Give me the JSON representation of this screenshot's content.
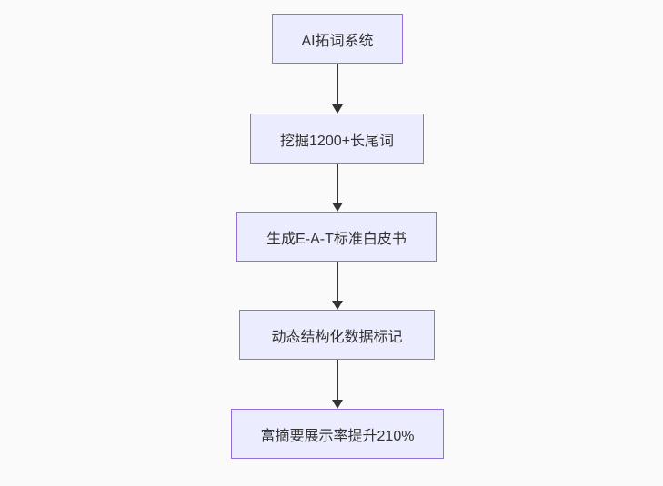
{
  "diagram": {
    "type": "flowchart",
    "direction": "top-down",
    "nodes": [
      {
        "id": "A",
        "label": "AI拓词系统"
      },
      {
        "id": "B",
        "label": "挖掘1200+长尾词"
      },
      {
        "id": "C",
        "label": "生成E-A-T标准白皮书"
      },
      {
        "id": "D",
        "label": "动态结构化数据标记"
      },
      {
        "id": "E",
        "label": "富摘要展示率提升210%"
      }
    ],
    "edges": [
      {
        "from": "A",
        "to": "B",
        "style": "arrow"
      },
      {
        "from": "B",
        "to": "C",
        "style": "arrow"
      },
      {
        "from": "C",
        "to": "D",
        "style": "arrow"
      },
      {
        "from": "D",
        "to": "E",
        "style": "arrow"
      }
    ],
    "colors": {
      "node_fill": "#ececff",
      "node_border": "#9370db",
      "node_text": "#333333",
      "arrow": "#333333",
      "background": "#fafafa"
    }
  }
}
